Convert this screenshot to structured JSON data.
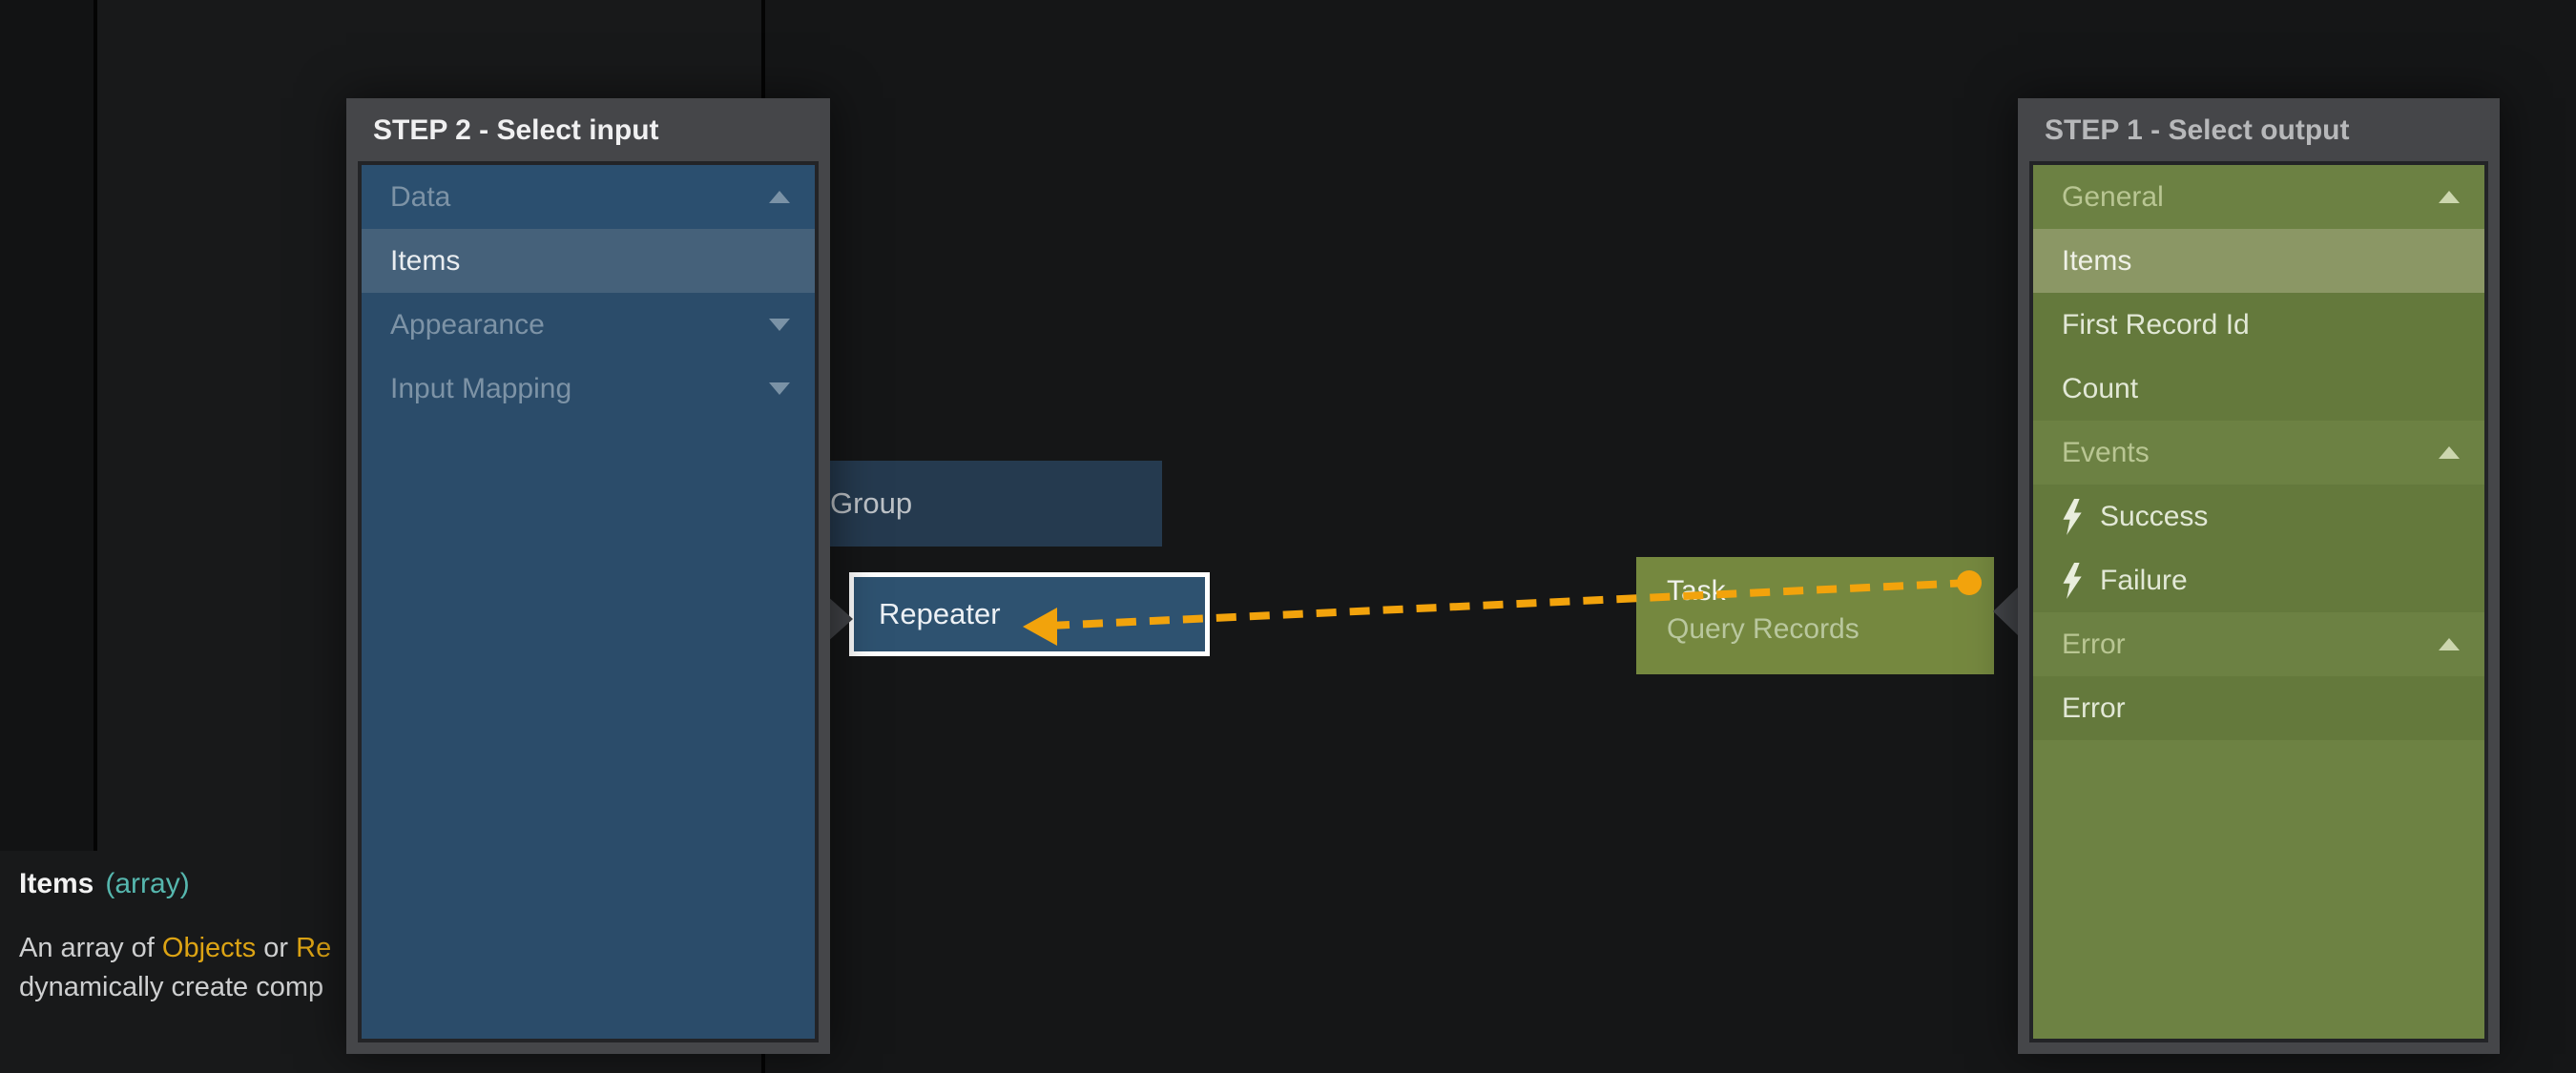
{
  "input_panel": {
    "title": "STEP 2 - Select input",
    "rows": [
      {
        "label": "Data",
        "type": "header",
        "arrow": "up"
      },
      {
        "label": "Items",
        "type": "item",
        "selected": true
      },
      {
        "label": "Appearance",
        "type": "header",
        "arrow": "down"
      },
      {
        "label": "Input Mapping",
        "type": "header",
        "arrow": "down"
      }
    ]
  },
  "output_panel": {
    "title": "STEP 1 - Select output",
    "rows": [
      {
        "label": "General",
        "type": "header",
        "arrow": "up"
      },
      {
        "label": "Items",
        "type": "item",
        "selected": true
      },
      {
        "label": "First Record Id",
        "type": "item"
      },
      {
        "label": "Count",
        "type": "item"
      },
      {
        "label": "Events",
        "type": "header",
        "arrow": "up"
      },
      {
        "label": "Success",
        "type": "item",
        "icon": "bolt"
      },
      {
        "label": "Failure",
        "type": "item",
        "icon": "bolt"
      },
      {
        "label": "Error",
        "type": "header",
        "arrow": "up"
      },
      {
        "label": "Error",
        "type": "item"
      }
    ]
  },
  "nodes": {
    "group": {
      "label": "Group"
    },
    "repeater": {
      "label": "Repeater"
    },
    "task": {
      "title": "Task",
      "subtitle": "Query Records"
    }
  },
  "tooltip": {
    "name": "Items",
    "type": "(array)",
    "desc": {
      "p1": "An array of ",
      "p2": "Objects",
      "p3": " or ",
      "p4": "Re",
      "line2": "dynamically create comp"
    }
  },
  "colors": {
    "link_orange": "#f2a30c",
    "type_teal": "#56b7ae",
    "keyword_orange": "#dda414",
    "input_panel_blue": "#2b4c6a",
    "input_selected_blue": "#45617a",
    "output_panel_green": "#6d8243",
    "output_selected_green": "#8b9765",
    "header_gray": "#454649"
  }
}
